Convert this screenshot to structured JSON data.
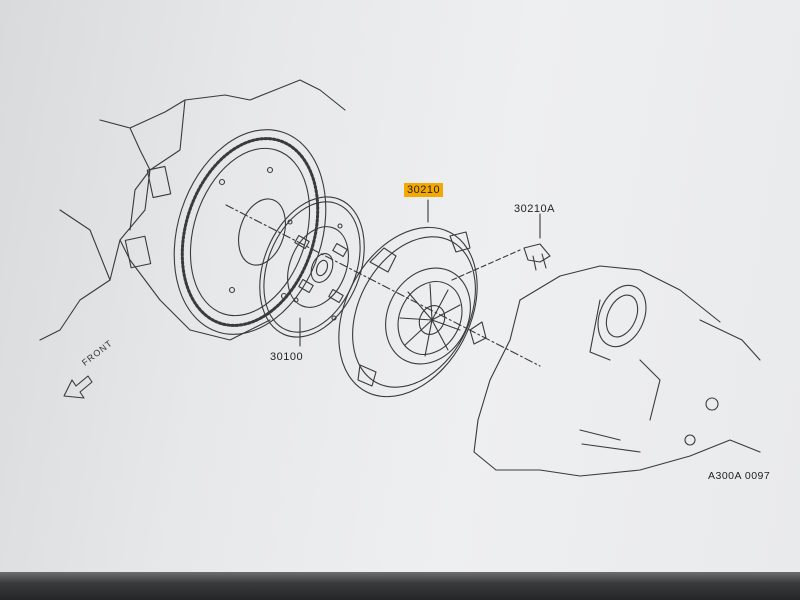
{
  "labels": {
    "pressure_plate": "30210",
    "bolt": "30210A",
    "clutch_disc": "30100",
    "direction": "FRONT",
    "figure_code": "A300A 0097"
  },
  "colors": {
    "highlight": "#f5a800",
    "line": "#3a3a3a",
    "paper": "#eceef0"
  }
}
